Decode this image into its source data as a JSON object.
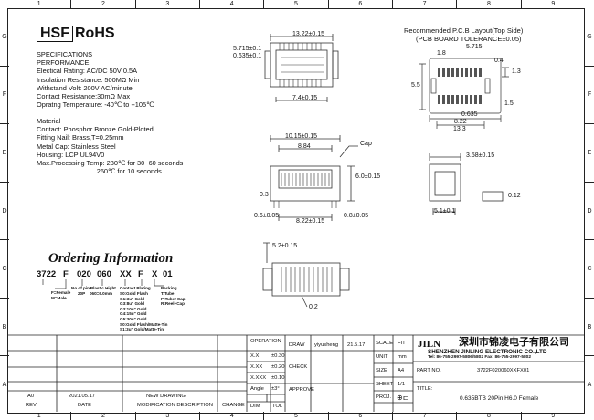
{
  "grid": {
    "columns": [
      "1",
      "2",
      "3",
      "4",
      "5",
      "6",
      "7",
      "8",
      "9"
    ],
    "rows": [
      "G",
      "F",
      "E",
      "D",
      "C",
      "B",
      "A"
    ]
  },
  "header": {
    "logo": "HSF",
    "rohs": "RoHS"
  },
  "specs": {
    "heading1": "SPECIFICATIONS",
    "heading2": "PERFORMANCE",
    "lines": [
      "Electical Rating: AC/DC  50V  0.5A",
      "Insulation Resistance:    500MΩ Min",
      "Withstand Volt: 200V AC/minute",
      "Contact Resistance:30mΩ Max",
      "Opratng Temperature: -40℃ to +105℃"
    ]
  },
  "material": {
    "heading": "Material",
    "lines": [
      "Contact: Phosphor Bronze Gold-Ploted",
      "Fitting Nail: Brass,T=0.25mm",
      "Metal Cap: Stainless Steel",
      "Housing: LCP UL94V0",
      "Max.Processing Temp:  230℃ for 30~60 seconds",
      "                                260℃ for 10 seconds"
    ]
  },
  "ordering": {
    "title": "Ordering Information",
    "code": [
      "3722",
      "F",
      "020",
      "060",
      "XX",
      "F",
      "X",
      "01"
    ],
    "gender": "F=Female\nM=Male",
    "pins_head": "No.of pins",
    "pins_val": "20P",
    "height_head": "Plastic Hight",
    "height_val": "060=6.0mm",
    "plating_head": "Contact Plating",
    "plating": "S0:Gold Flash\nG1:3u\" Gold\nG3:8u\" Gold\nG3:10u\" Gold\nG4:15u\" Gold\nG5:30u\" Gold\nS0:Gold Flash/Matte-Tin\nS1:3u\" Gold/Matte-Tin",
    "packing_head": "Packing",
    "packing": "T:Tube\nP:Tube+Cap\nR:Reel+Cap"
  },
  "pcb": {
    "title": "Recommended P.C.B Layout(Top Side)",
    "subtitle": "(PCB BOARD TOLERANCE±0.05)",
    "dims": [
      "5.715",
      "1.8",
      "0.4",
      "1.3",
      "5.5",
      "0.635",
      "8.22",
      "13.3",
      "1.5"
    ]
  },
  "drawing_dims": {
    "top": [
      "13.22±0.15",
      "5.715±0.1",
      "0.635±0.1",
      "7.4±0.15"
    ],
    "front": [
      "10.15±0.15",
      "8.84",
      "Cap",
      "0.3",
      "6.0±0.15",
      "0.6±0.05",
      "8.22±0.15",
      "0.8±0.05"
    ],
    "side": [
      "3.58±0.15",
      "0.12",
      "5.1±0.1"
    ],
    "bottom": [
      "5.2±0.15",
      "0.2"
    ]
  },
  "titleblock": {
    "operation": "OPERATION",
    "draw": "DRAW",
    "drawer": "yiyusheng",
    "date": "21.5.17",
    "check": "CHECK",
    "approve": "APPROVE",
    "tolerances": [
      [
        "X.X",
        "±0.30"
      ],
      [
        "X.XX",
        "±0.20"
      ],
      [
        "X.XXX",
        "±0.10"
      ],
      [
        "Angle",
        "±3°"
      ]
    ],
    "dim_label": "DIM",
    "tol_label": "TOL",
    "scale": "SCALE",
    "scale_v": "FIT",
    "unit": "UNIT",
    "unit_v": "mm",
    "size": "SIZE",
    "size_v": "A4",
    "sheet": "SHEET",
    "sheet_v": "1/1",
    "proj": "PROJ.",
    "company_logo": "JILN",
    "company_cn": "深圳市锦凌电子有限公司",
    "company_en": "SHENZHEN JINLING ELECTRONIC CO.,LTD",
    "company_tel": "Tel: 86-755-2997-5806/5802   Fax: 86-755-2997-5802",
    "partno_label": "PART NO.",
    "partno": "3722F020060XXFX01",
    "title_label": "TITLE:",
    "title": "0.635BTB  20Pin  H6.0  Female",
    "rev_row": [
      "A0",
      "2021.05.17",
      "NEW DRAWING"
    ],
    "rev_head": [
      "REV",
      "DATE",
      "MODIFICATION DESCRIPTION",
      "CHANGE"
    ]
  }
}
